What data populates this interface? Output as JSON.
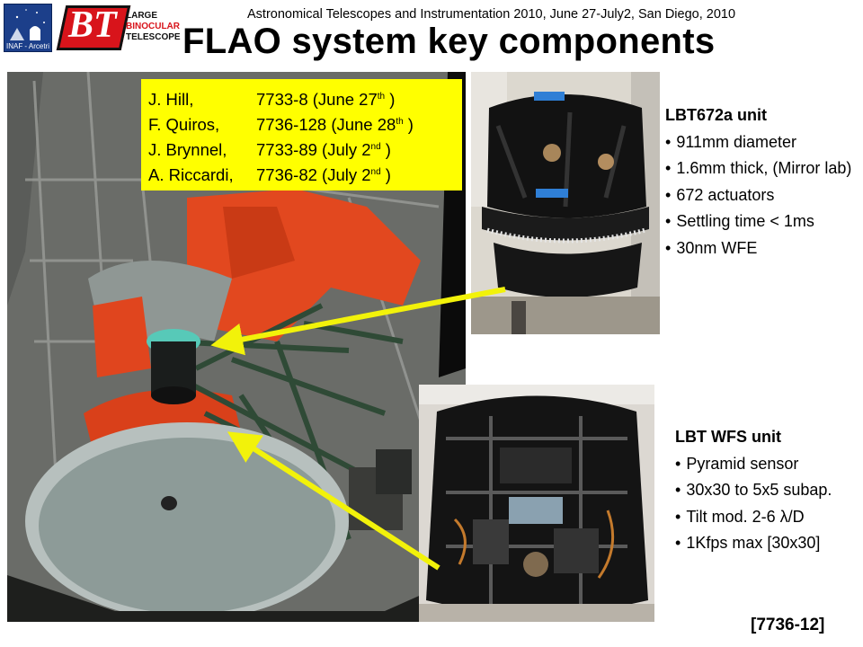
{
  "header": {
    "conference": "Astronomical Telescopes and Instrumentation 2010, June 27-July2, San Diego, 2010",
    "title": "FLAO system key components"
  },
  "logos": {
    "inaf_text": "INAF - Arcetri",
    "lbt_letters": "BT",
    "lbt_words": [
      "LARGE",
      "BINOCULAR",
      "TELESCOPE"
    ]
  },
  "authors": [
    {
      "name": "J. Hill,",
      "paper": "7733-8 (June 27",
      "sup": "th",
      "tail": " )"
    },
    {
      "name": "F. Quiros,",
      "paper": "7736-128 (June 28",
      "sup": "th",
      "tail": " )"
    },
    {
      "name": "J. Brynnel,",
      "paper": "7733-89 (July 2",
      "sup": "nd",
      "tail": " )"
    },
    {
      "name": "A. Riccardi,",
      "paper": "7736-82 (July 2",
      "sup": "nd",
      "tail": " )"
    }
  ],
  "unit_block": {
    "heading": "LBT672a unit",
    "items": [
      "911mm diameter",
      "1.6mm thick, (Mirror lab)",
      "672 actuators",
      "Settling time < 1ms",
      "30nm WFE"
    ]
  },
  "wfs_block": {
    "heading": "LBT WFS unit",
    "items": [
      "Pyramid sensor",
      "30x30 to 5x5 subap.",
      "Tilt mod.  2-6 λ/D",
      "1Kfps max [30x30]"
    ]
  },
  "reference": "[7736-12]",
  "colors": {
    "highlight": "#ffff00",
    "arrow": "#f2f20a",
    "telescope_frame": "#e0451e",
    "truss": "#2f4a36"
  }
}
